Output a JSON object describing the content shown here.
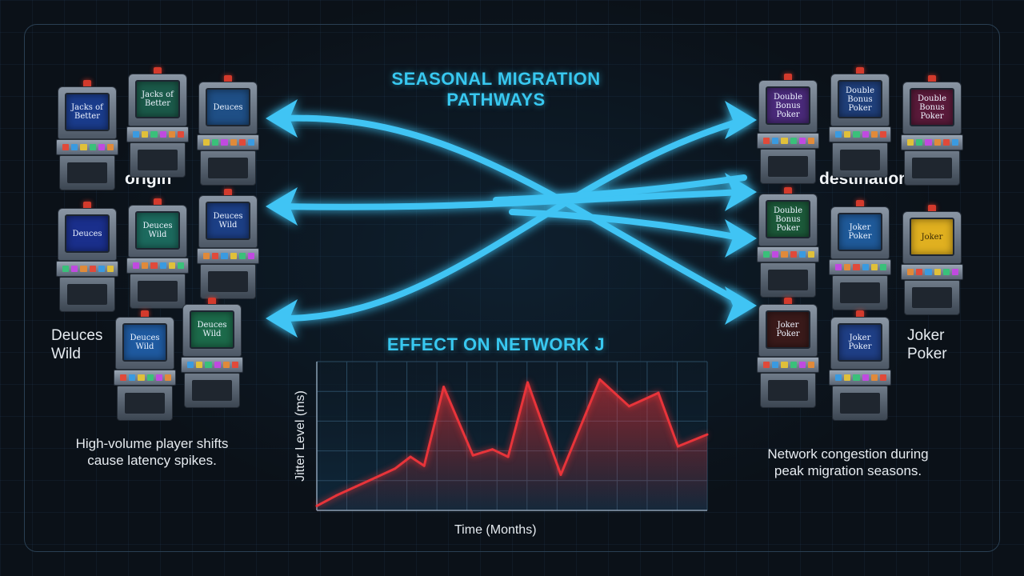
{
  "title": {
    "line1": "SEASONAL MIGRATION",
    "line2": "PATHWAYS"
  },
  "labels": {
    "origin": "origin",
    "destination": "destination",
    "deuces_wild_1": "Deuces",
    "deuces_wild_2": "Wild",
    "joker_poker_1": "Joker",
    "joker_poker_2": "Poker"
  },
  "captions": {
    "left_line1": "High-volume player shifts",
    "left_line2": "cause latency spikes.",
    "right_line1": "Network congestion during",
    "right_line2": "peak migration seasons."
  },
  "origin_machines": [
    {
      "screen": "Jacks of Better",
      "color": "#1a3c8c"
    },
    {
      "screen": "Jacks of Better",
      "color": "#1b5a4a"
    },
    {
      "screen": "Deuces",
      "color": "#1f4f86"
    },
    {
      "screen": "Deuces",
      "color": "#1a2f8c"
    },
    {
      "screen": "Deuces Wild",
      "color": "#1c6a5e"
    },
    {
      "screen": "Deuces Wild",
      "color": "#1c3f86"
    },
    {
      "screen": "Deuces Wild",
      "color": "#1f5aa0"
    },
    {
      "screen": "Deuces Wild",
      "color": "#1c6a4a"
    }
  ],
  "destination_machines": [
    {
      "screen": "Double Bonus Poker",
      "color": "#4a2a7a"
    },
    {
      "screen": "Double Bonus Poker",
      "color": "#1f3f7a"
    },
    {
      "screen": "Double Bonus Poker",
      "color": "#5a1a3a"
    },
    {
      "screen": "Double Bonus Poker",
      "color": "#1c5a3a"
    },
    {
      "screen": "Joker Poker",
      "color": "#1f5a9a"
    },
    {
      "screen": "Joker",
      "color": "#e0b020"
    },
    {
      "screen": "Joker Poker",
      "color": "#3a1a1a"
    },
    {
      "screen": "Joker Poker",
      "color": "#1f3f86"
    }
  ],
  "chart_data": {
    "type": "line",
    "title": "EFFECT ON NETWORK J",
    "xlabel": "Time (Months)",
    "ylabel": "Jitter Level (ms)",
    "xlim": [
      0,
      20
    ],
    "ylim": [
      0,
      10
    ],
    "grid": true,
    "series": [
      {
        "x": [
          0,
          1,
          2,
          3,
          4,
          4.8,
          5.5,
          6.5,
          8,
          9,
          9.8,
          10.8,
          12.5,
          14.5,
          16,
          17.5,
          18.5,
          20
        ],
        "values": [
          0.3,
          1.0,
          1.6,
          2.2,
          2.8,
          3.6,
          3.0,
          8.3,
          3.7,
          4.1,
          3.6,
          8.6,
          2.4,
          8.8,
          7.0,
          7.9,
          4.3,
          5.1
        ],
        "color": "#e8343a"
      }
    ]
  }
}
